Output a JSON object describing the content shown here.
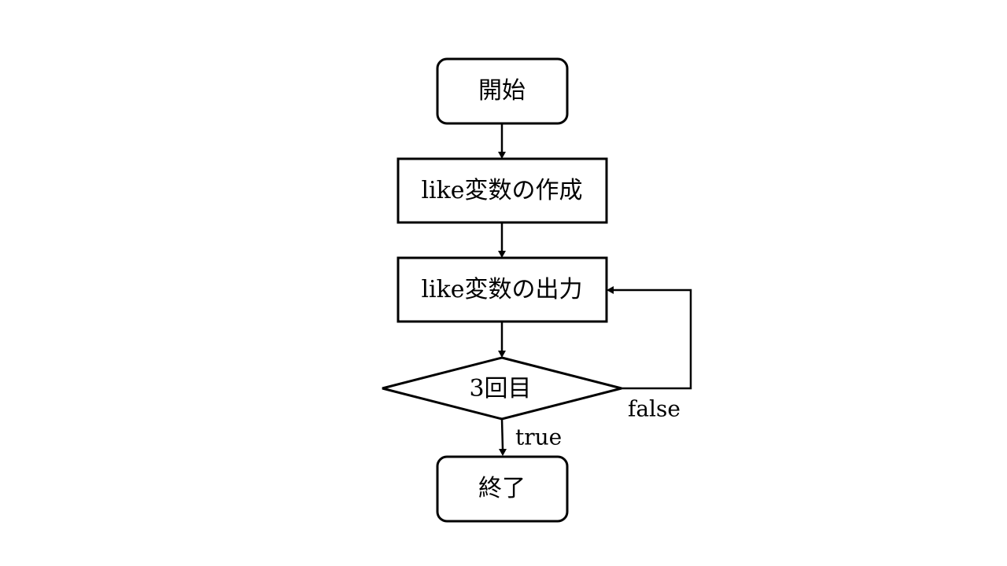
{
  "nodes": {
    "start": "開始",
    "create_var": "like変数の作成",
    "output_var": "like変数の出力",
    "decision": "3回目",
    "end": "終了"
  },
  "edges": {
    "true_label": "true",
    "false_label": "false"
  }
}
